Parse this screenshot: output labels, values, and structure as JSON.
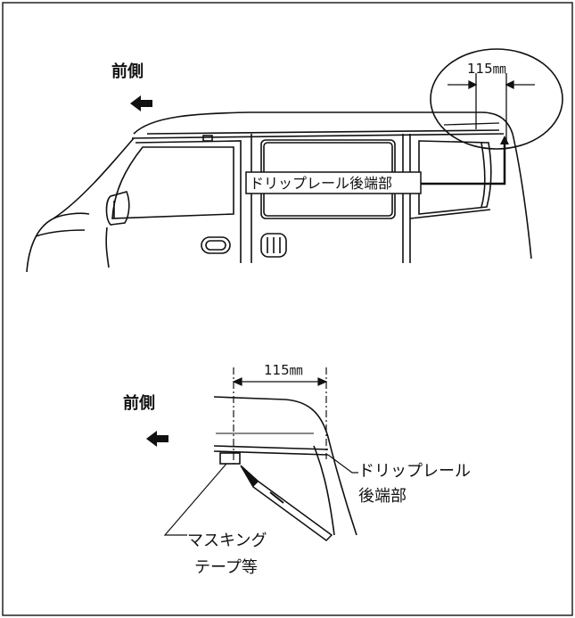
{
  "top_figure": {
    "front_label": "前側",
    "dimension": "115㎜",
    "drip_rail_label": "ドリップレール後端部"
  },
  "bottom_figure": {
    "front_label": "前側",
    "dimension": "115㎜",
    "drip_rail_line1": "ドリップレール",
    "drip_rail_line2": "後端部",
    "masking_line1": "マスキング",
    "masking_line2": "テープ等"
  }
}
